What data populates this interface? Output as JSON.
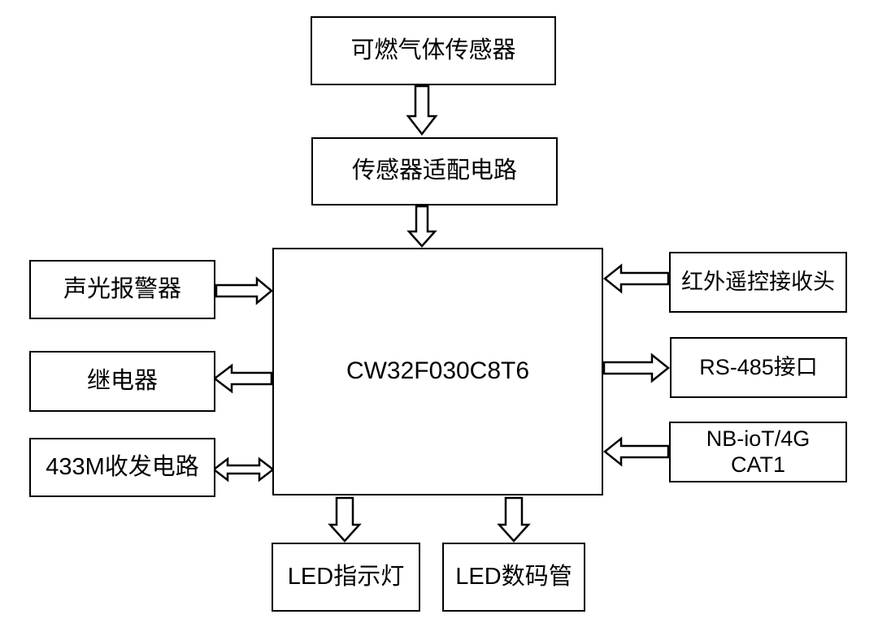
{
  "diagram": {
    "type": "block-diagram",
    "central": {
      "label": "CW32F030C8T6"
    },
    "nodes": {
      "gas_sensor": {
        "label": "可燃气体传感器"
      },
      "adapter": {
        "label": "传感器适配电路"
      },
      "alarm": {
        "label": "声光报警器"
      },
      "relay": {
        "label": "继电器"
      },
      "rf433": {
        "label": "433M收发电路"
      },
      "ir_receiver": {
        "label": "红外遥控接收头"
      },
      "rs485": {
        "label": "RS-485接口"
      },
      "nbiot": {
        "label_line1": "NB-ioT/4G",
        "label_line2": "CAT1"
      },
      "led_indicator": {
        "label": "LED指示灯"
      },
      "led_display": {
        "label": "LED数码管"
      }
    },
    "edges": [
      {
        "from": "gas_sensor",
        "to": "adapter",
        "direction": "down",
        "arrow": "single",
        "style": "hollow"
      },
      {
        "from": "adapter",
        "to": "central",
        "direction": "down",
        "arrow": "single",
        "style": "hollow"
      },
      {
        "from": "alarm",
        "to": "central",
        "direction": "right",
        "arrow": "single",
        "style": "hollow"
      },
      {
        "from": "central",
        "to": "relay",
        "direction": "left",
        "arrow": "single",
        "style": "hollow"
      },
      {
        "from": "rf433",
        "to": "central",
        "direction": "both",
        "arrow": "double",
        "style": "hollow"
      },
      {
        "from": "ir_receiver",
        "to": "central",
        "direction": "left",
        "arrow": "single",
        "style": "hollow"
      },
      {
        "from": "central",
        "to": "rs485",
        "direction": "right",
        "arrow": "single",
        "style": "hollow"
      },
      {
        "from": "nbiot",
        "to": "central",
        "direction": "left",
        "arrow": "single",
        "style": "hollow"
      },
      {
        "from": "central",
        "to": "led_indicator",
        "direction": "down",
        "arrow": "single",
        "style": "hollow"
      },
      {
        "from": "central",
        "to": "led_display",
        "direction": "down",
        "arrow": "single",
        "style": "hollow"
      }
    ],
    "colors": {
      "line": "#000000",
      "text": "#000000",
      "background": "#ffffff",
      "box_fill": "#ffffff"
    }
  }
}
